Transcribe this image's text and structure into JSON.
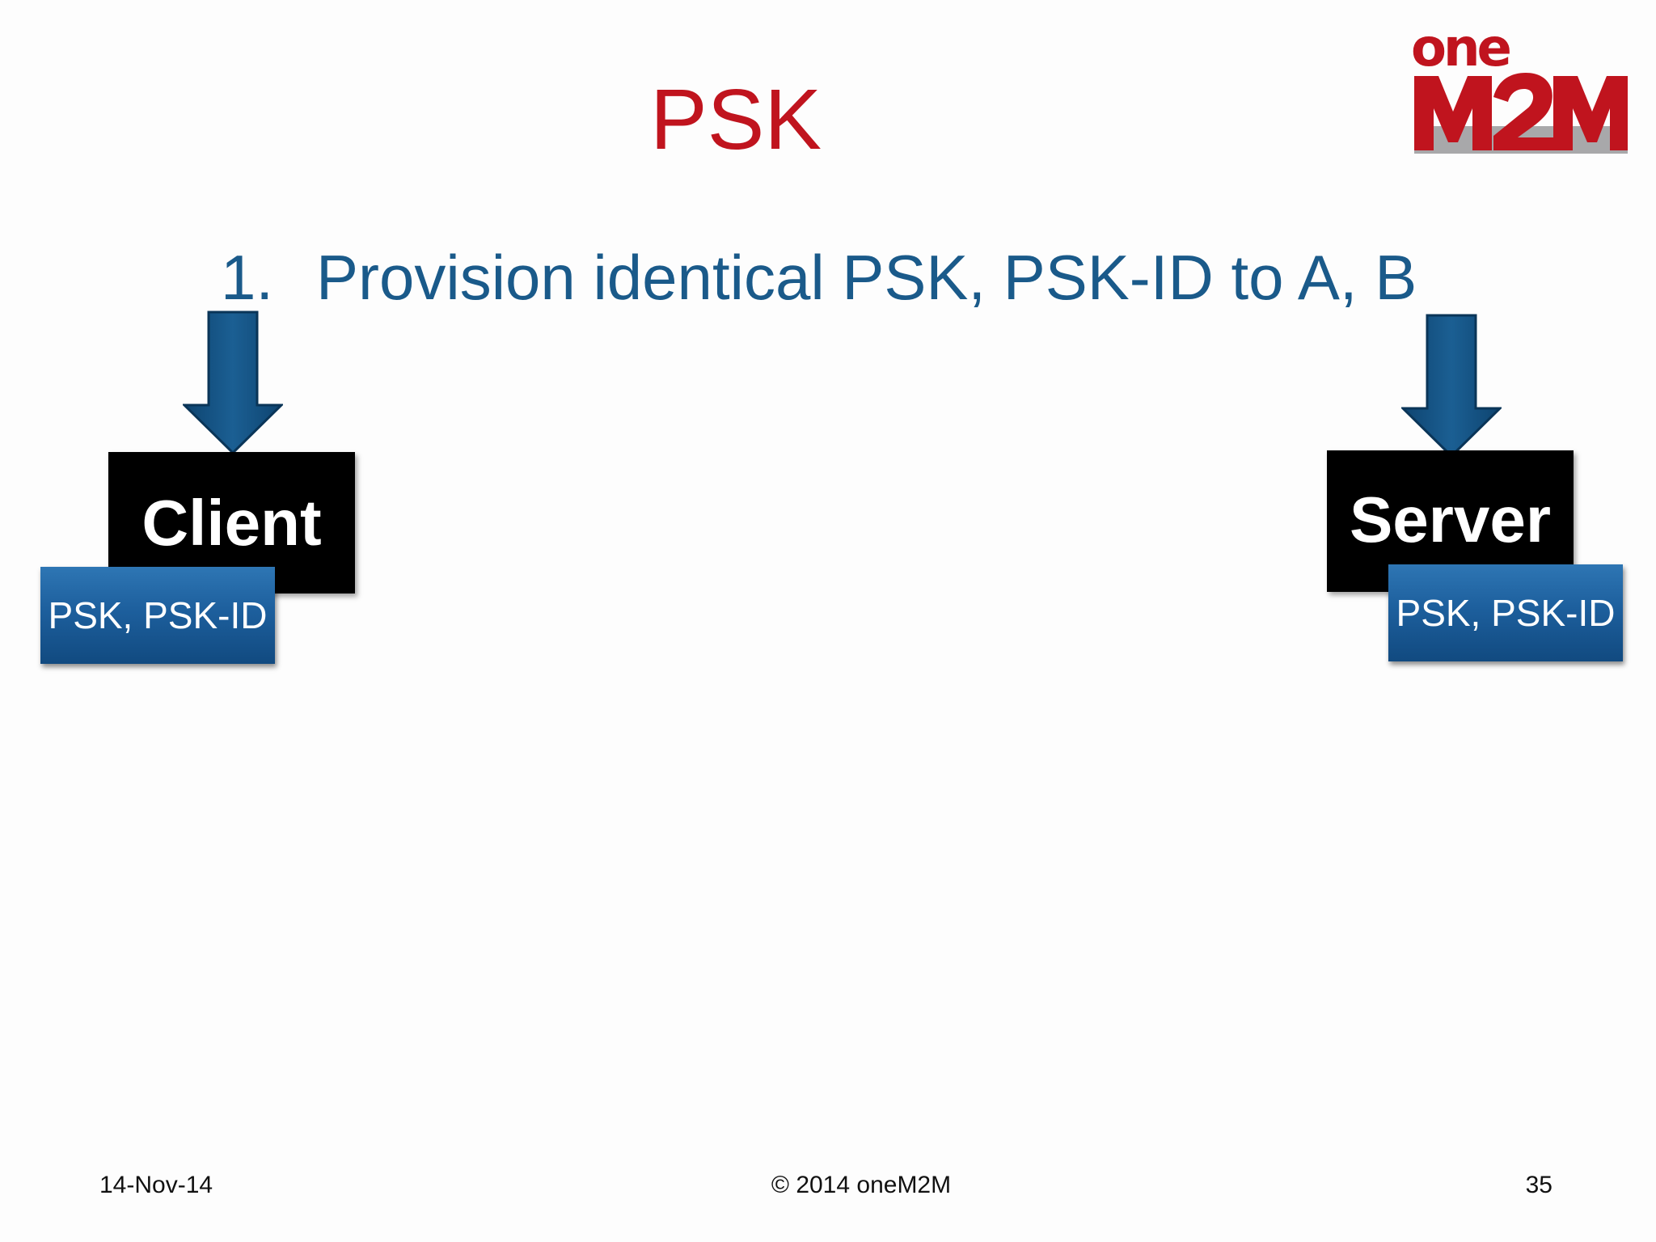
{
  "slide": {
    "title": "PSK",
    "step": {
      "number": "1.",
      "text": "Provision identical PSK, PSK-ID to A, B"
    },
    "client": {
      "label": "Client",
      "key_label": "PSK, PSK-ID"
    },
    "server": {
      "label": "Server",
      "key_label": "PSK, PSK-ID"
    },
    "footer": {
      "date": "14-Nov-14",
      "copyright": "© 2014 oneM2M",
      "page_number": "35"
    },
    "logo": {
      "text": "oneM2M"
    },
    "colors": {
      "title_red": "#c0141e",
      "step_blue": "#1a5a8a",
      "arrow_blue": "#14527f",
      "key_blue": "#1d5f9d",
      "node_black": "#000000"
    }
  }
}
